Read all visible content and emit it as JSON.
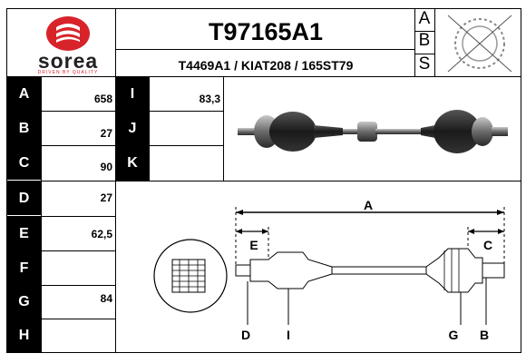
{
  "brand": {
    "logo_text": "sorea",
    "tagline": "DRIVEN BY QUALITY",
    "logo_color": "#d8232a"
  },
  "header": {
    "part_number": "T97165A1",
    "cross_refs": "T4469A1 / KIAT208 / 165ST79",
    "abs_letters": [
      "A",
      "B",
      "S"
    ]
  },
  "specs": [
    {
      "label": "A",
      "value": "658"
    },
    {
      "label": "B",
      "value": "27"
    },
    {
      "label": "C",
      "value": "90"
    },
    {
      "label": "D",
      "value": "27"
    },
    {
      "label": "E",
      "value": "62,5"
    },
    {
      "label": "F",
      "value": ""
    },
    {
      "label": "G",
      "value": "84"
    },
    {
      "label": "H",
      "value": ""
    }
  ],
  "specs_extra": [
    {
      "label": "I",
      "value": "83,3"
    },
    {
      "label": "J",
      "value": ""
    },
    {
      "label": "K",
      "value": ""
    }
  ],
  "diagram": {
    "labels": {
      "a": "A",
      "c": "C",
      "e": "E",
      "d": "D",
      "i": "I",
      "g": "G",
      "b": "B"
    }
  }
}
